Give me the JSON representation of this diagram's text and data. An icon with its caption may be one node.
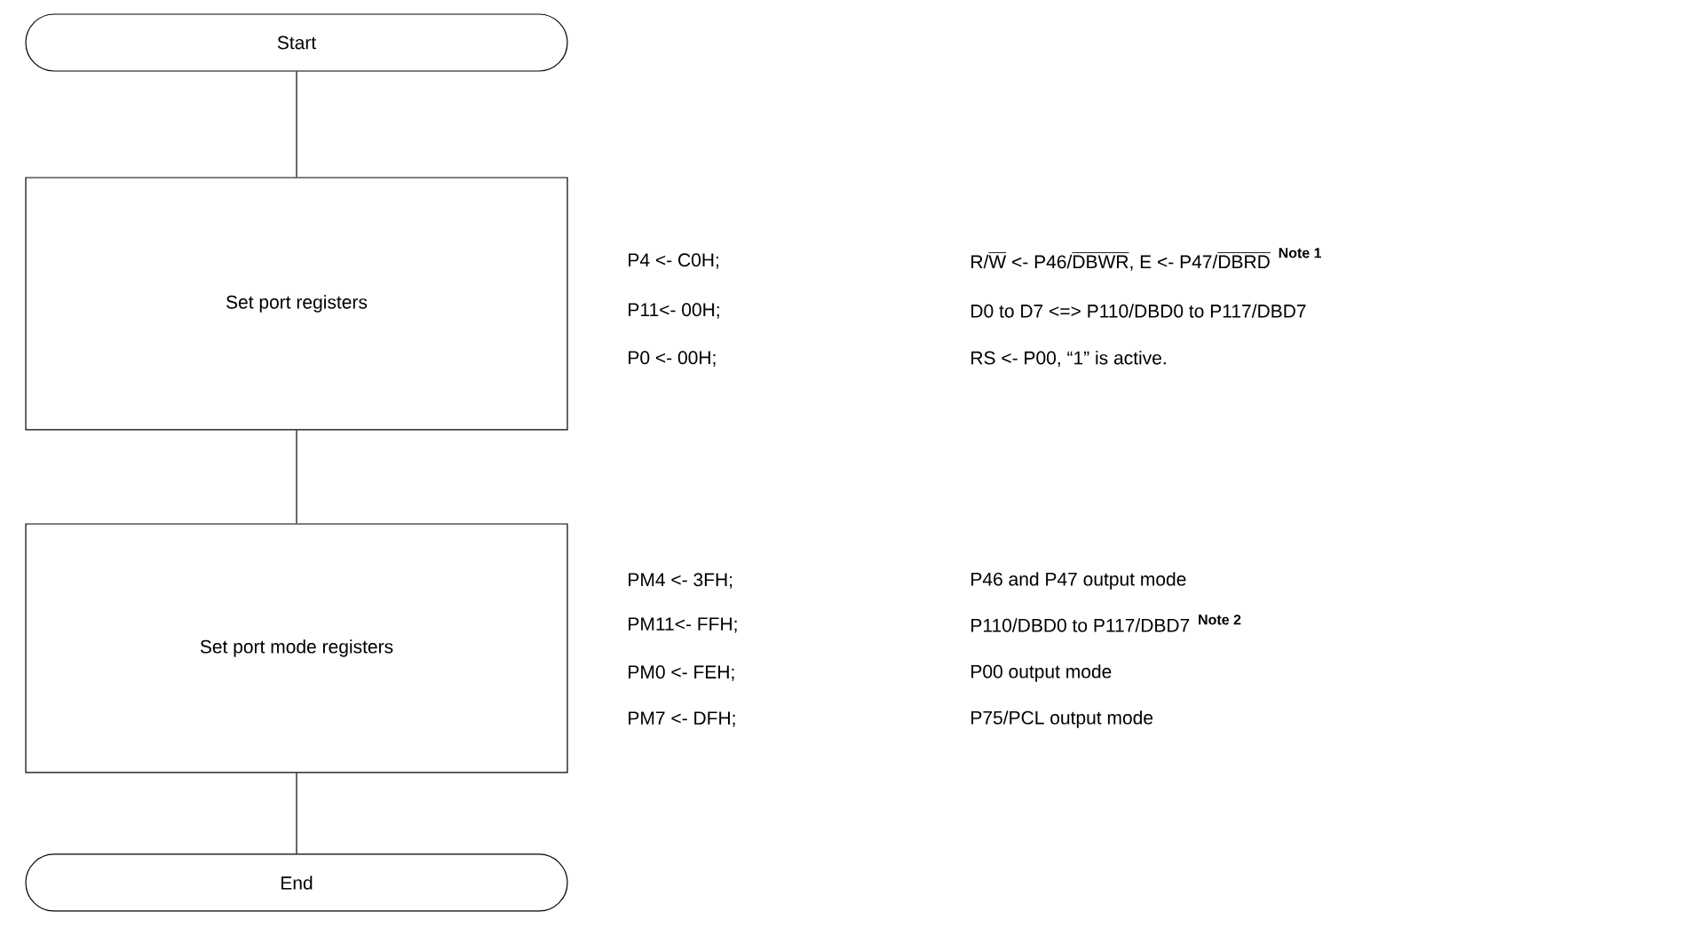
{
  "diagram": {
    "nodes": [
      {
        "text": [
          "Start"
        ]
      },
      {
        "text": [
          "Set port registers"
        ]
      },
      {
        "text": [
          "Set port mode registers"
        ]
      },
      {
        "text": [
          "End"
        ]
      }
    ],
    "edges": [
      {
        "from": 0,
        "to": 1,
        "arrow": "none"
      },
      {
        "from": 1,
        "to": 2,
        "arrow": "none"
      },
      {
        "from": 2,
        "to": 3,
        "arrow": "none"
      }
    ],
    "labels": [
      "P4 <- C0H;",
      "\\text{R/}\\overline{\\text{W}}\\text{ <- P46/}\\overline{\\text{DBWR}}\\text{, E <- P47/}\\overline{\\text{DBRD}}",
      "Note 1",
      "P11<- 00H;",
      "D0 to D7 <=> P110/DBD0 to P117/DBD7",
      "P0 <- 00H;",
      "RS <- P00, “1” is active.",
      "PM4 <- 3FH;",
      "P46 and P47 output mode",
      "PM11<- FFH;",
      "P110/DBD0 to P117/DBD7",
      "Note 2",
      "PM0 <- FEH;",
      "P00 output mode",
      "PM7 <- DFH;",
      "P75/PCL output mode"
    ]
  }
}
